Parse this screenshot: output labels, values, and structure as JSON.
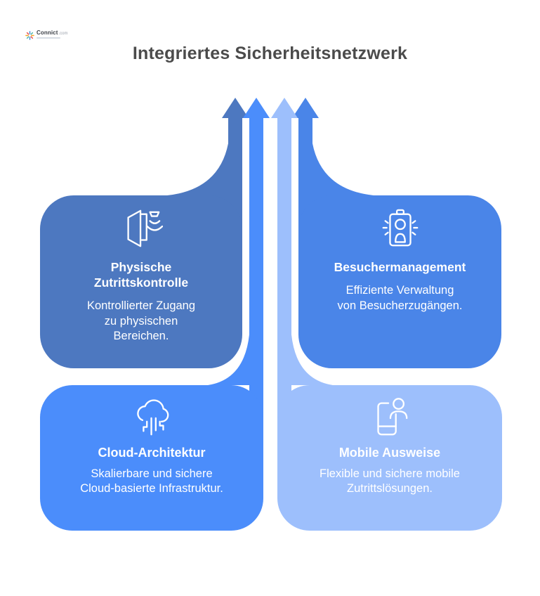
{
  "logo": {
    "name": "Connict",
    "tld": ".com"
  },
  "title": "Integriertes Sicherheitsnetzwerk",
  "colors": {
    "title_text": "#4b4b4b",
    "card_text": "#ffffff",
    "physical_access": "#4d78c0",
    "visitor_management": "#4a85e8",
    "cloud_architecture": "#4b8dfb",
    "mobile_credentials": "#9dbffc"
  },
  "cards": [
    {
      "id": "physical-access",
      "icon": "door-sensor-icon",
      "title": "Physische\nZutrittskontrolle",
      "body": "Kontrollierter Zugang\nzu physischen\nBereichen.",
      "color": "#4d78c0"
    },
    {
      "id": "visitor-management",
      "icon": "visitor-badge-icon",
      "title": "Besuchermanagement",
      "body": "Effiziente Verwaltung\nvon Besucherzugängen.",
      "color": "#4a85e8"
    },
    {
      "id": "cloud-architecture",
      "icon": "cloud-circuit-icon",
      "title": "Cloud-Architektur",
      "body": "Skalierbare und sichere\nCloud-basierte Infrastruktur.",
      "color": "#4b8dfb"
    },
    {
      "id": "mobile-credentials",
      "icon": "mobile-person-icon",
      "title": "Mobile Ausweise",
      "body": "Flexible und sichere mobile\nZutrittslösungen.",
      "color": "#9dbffc"
    }
  ]
}
